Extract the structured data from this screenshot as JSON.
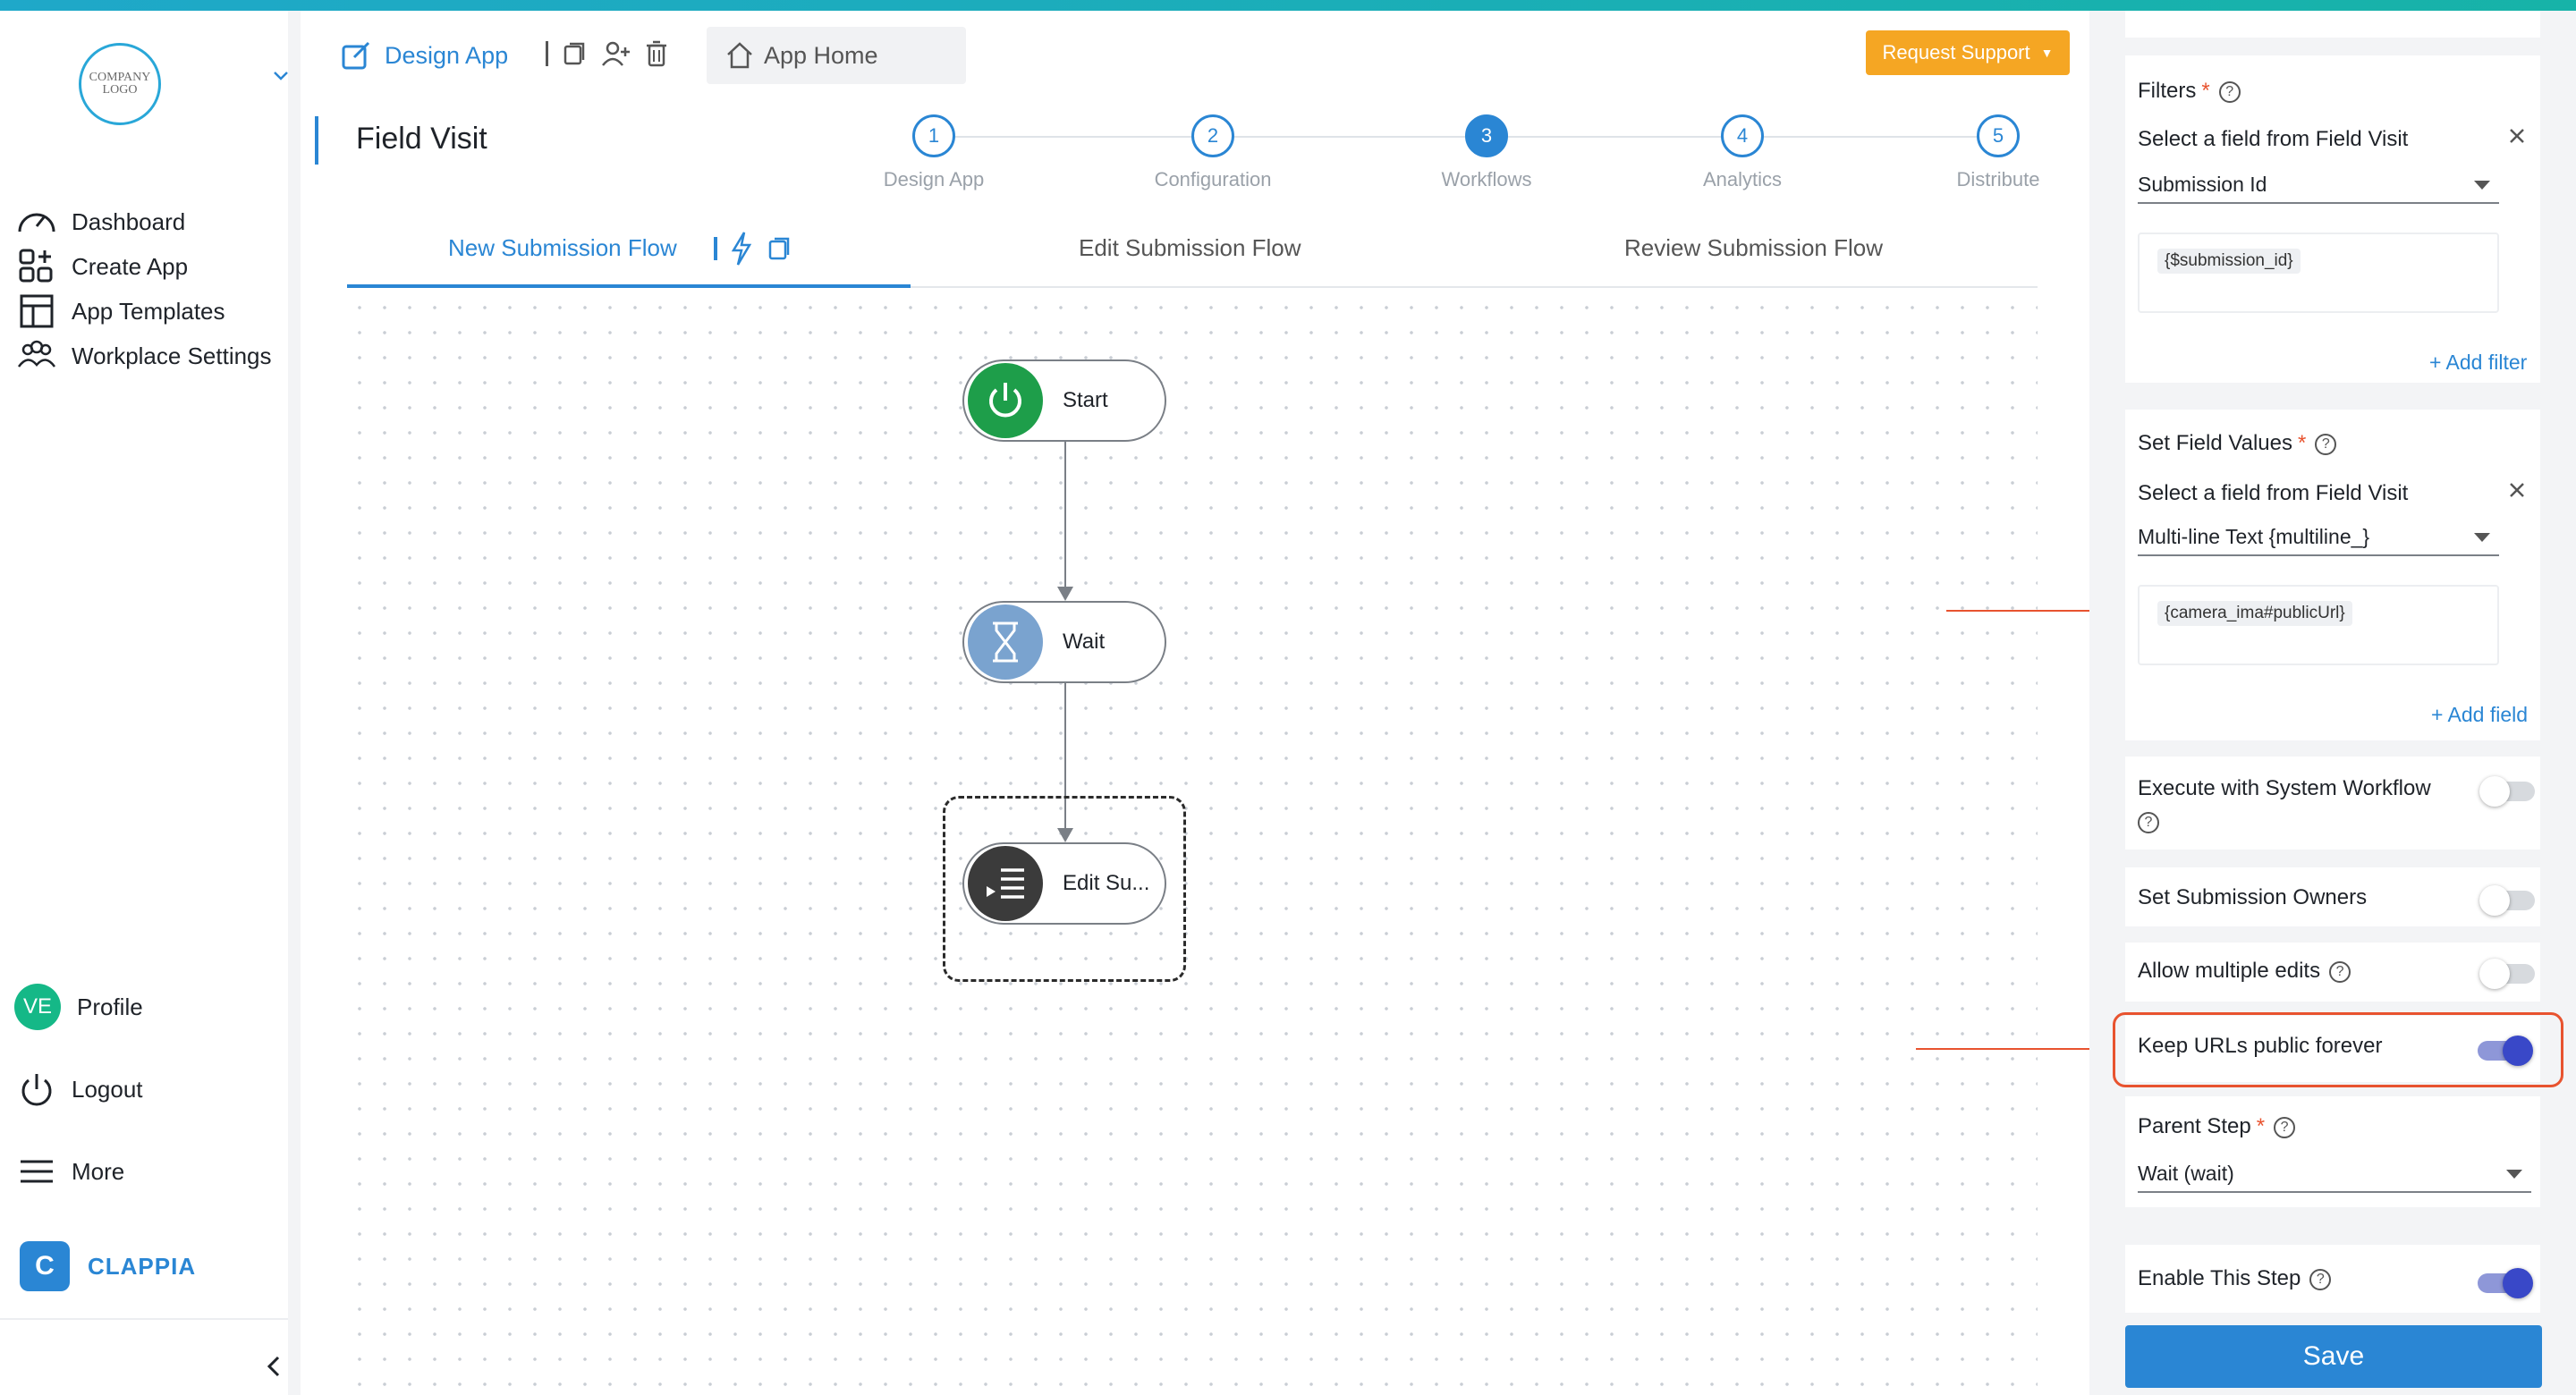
{
  "sidebar": {
    "logo_text": "COMPANY LOGO",
    "items": [
      {
        "label": "Dashboard",
        "icon": "dashboard-gauge-icon"
      },
      {
        "label": "Create App",
        "icon": "create-app-grid-icon"
      },
      {
        "label": "App Templates",
        "icon": "templates-layout-icon"
      },
      {
        "label": "Workplace Settings",
        "icon": "team-users-icon"
      }
    ],
    "bottom": [
      {
        "label": "Profile",
        "avatar": "VE"
      },
      {
        "label": "Logout",
        "icon": "power-icon"
      },
      {
        "label": "More",
        "icon": "hamburger-menu-icon"
      }
    ],
    "brand": "CLAPPIA",
    "brand_mark": "C"
  },
  "header": {
    "design_app_label": "Design App",
    "app_home_label": "App Home",
    "request_support_label": "Request Support",
    "page_title": "Field Visit"
  },
  "stepper": [
    {
      "num": "1",
      "label": "Design App",
      "active": false
    },
    {
      "num": "2",
      "label": "Configuration",
      "active": false
    },
    {
      "num": "3",
      "label": "Workflows",
      "active": true
    },
    {
      "num": "4",
      "label": "Analytics",
      "active": false
    },
    {
      "num": "5",
      "label": "Distribute",
      "active": false
    }
  ],
  "flow_tabs": [
    {
      "label": "New Submission Flow",
      "active": true
    },
    {
      "label": "Edit Submission Flow",
      "active": false
    },
    {
      "label": "Review Submission Flow",
      "active": false
    }
  ],
  "nodes": {
    "start": "Start",
    "wait": "Wait",
    "edit": "Edit Su..."
  },
  "panel": {
    "filters_label": "Filters",
    "filters_field_prompt": "Select a field from Field Visit",
    "filters_select": "Submission Id",
    "filters_chip": "{$submission_id}",
    "add_filter": "+ Add filter",
    "set_values_label": "Set Field Values",
    "set_values_field_prompt": "Select a field from Field Visit",
    "set_values_select": "Multi-line Text {multiline_}",
    "set_values_chip": "{camera_ima#publicUrl}",
    "add_field": "+ Add field",
    "exec_system_label": "Execute with System Workflow",
    "exec_system_on": false,
    "set_owners_label": "Set Submission Owners",
    "set_owners_on": false,
    "allow_multi_label": "Allow multiple edits",
    "allow_multi_on": false,
    "keep_urls_label": "Keep URLs public forever",
    "keep_urls_on": true,
    "parent_step_label": "Parent Step",
    "parent_step_select": "Wait (wait)",
    "enable_step_label": "Enable This Step",
    "enable_step_on": true,
    "save_label": "Save"
  },
  "colors": {
    "accent": "#2a86d4",
    "support": "#f5a623",
    "start_node": "#1e9e4a",
    "wait_node": "#7aa3cf",
    "edit_node": "#3b3b3b",
    "annotation": "#e8532f",
    "toggle_on": "#3948c8"
  }
}
